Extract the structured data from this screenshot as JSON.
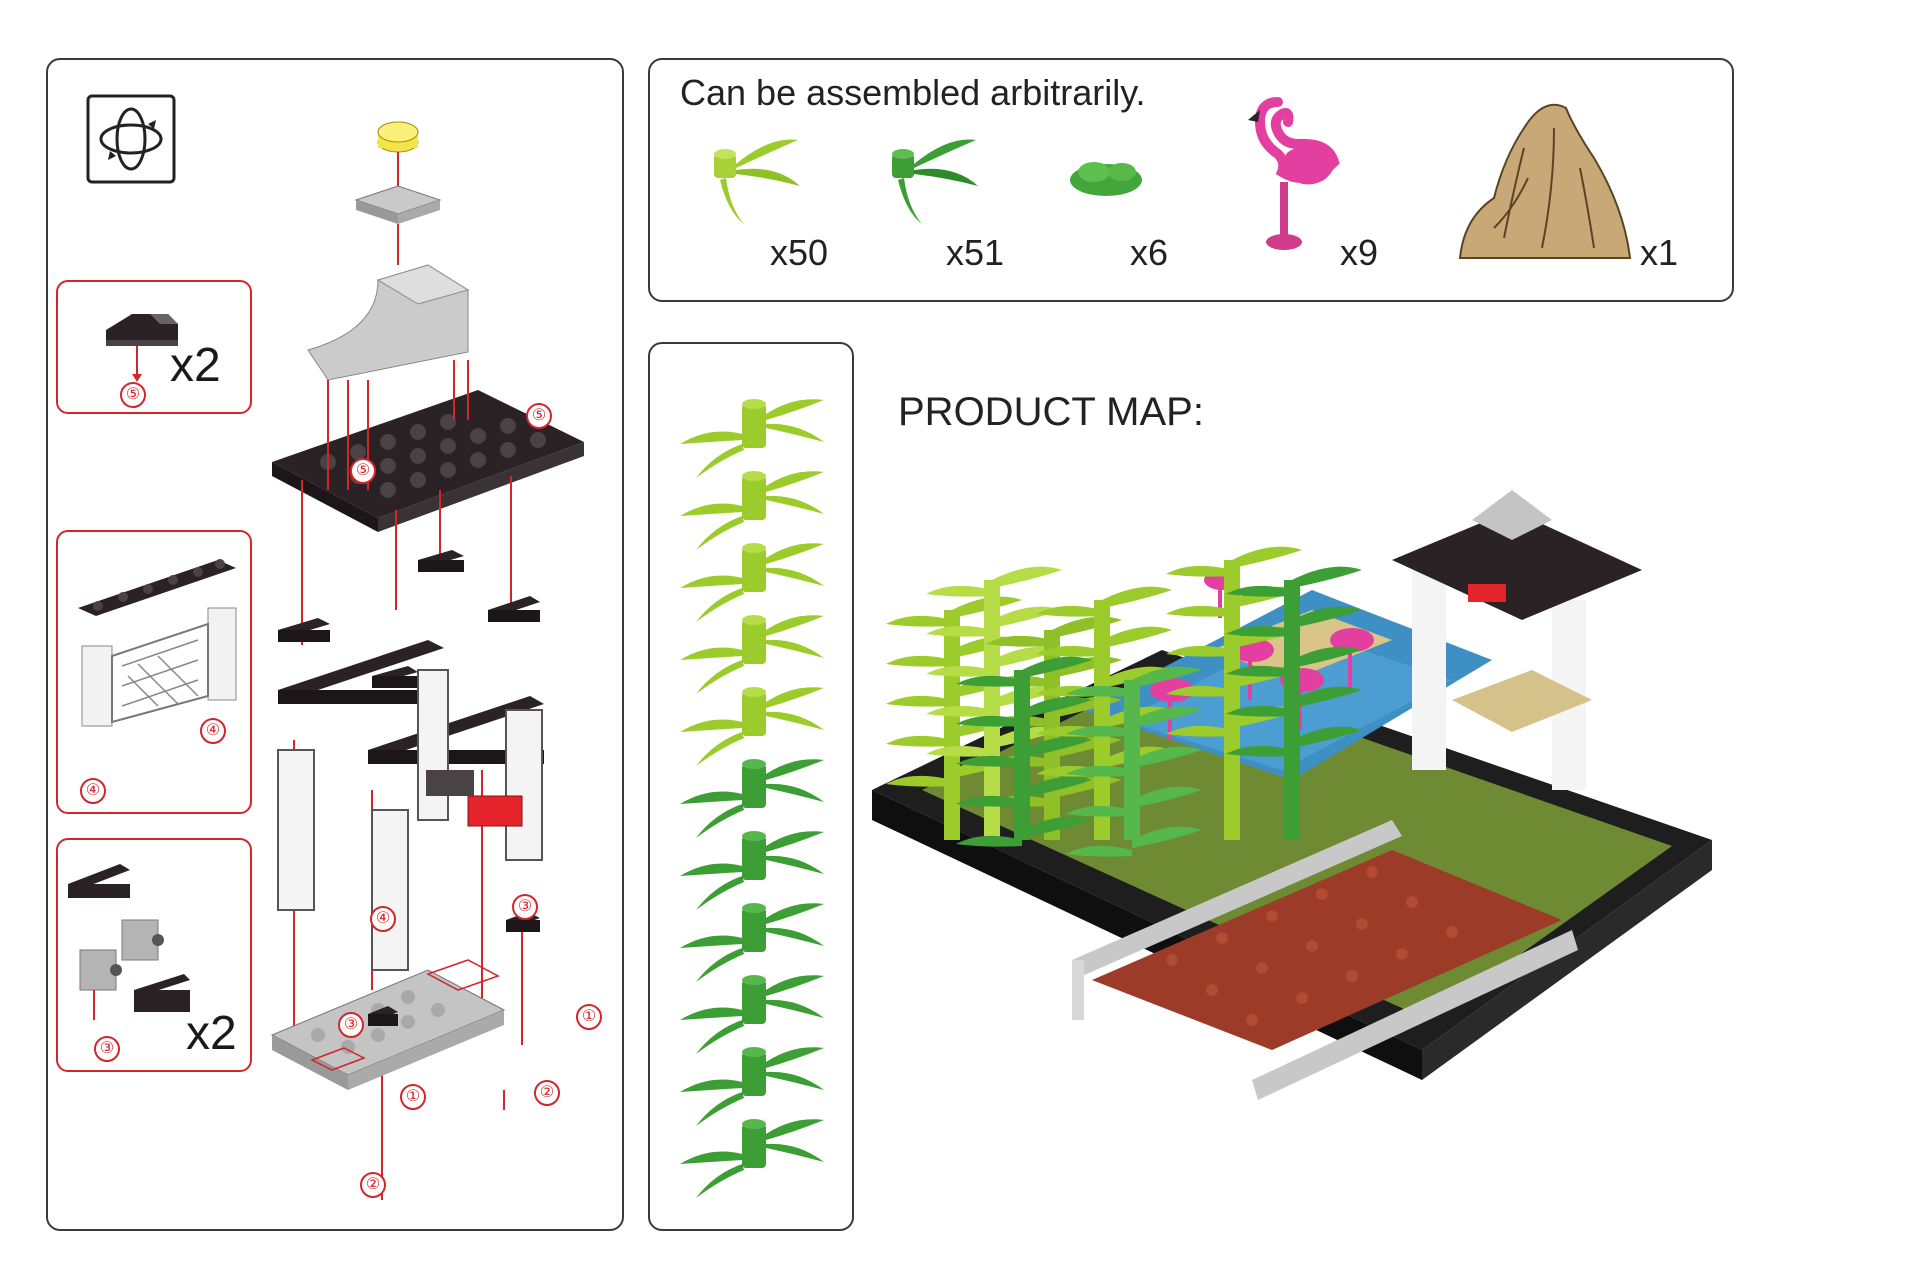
{
  "parts_list": {
    "title": "Can be assembled arbitrarily.",
    "items": [
      {
        "icon": "bamboo-leaf-light-icon",
        "quantity": "x50",
        "color": "#9ccc2c"
      },
      {
        "icon": "bamboo-leaf-dark-icon",
        "quantity": "x51",
        "color": "#3c9e34"
      },
      {
        "icon": "plant-leaf-icon",
        "quantity": "x6",
        "color": "#44a63a"
      },
      {
        "icon": "flamingo-icon",
        "quantity": "x9",
        "color": "#e33fa0"
      },
      {
        "icon": "rock-icon",
        "quantity": "x1",
        "color": "#c9a877"
      }
    ]
  },
  "product_map": {
    "title": "PRODUCT MAP:"
  },
  "subassemblies": [
    {
      "quantity": "x2",
      "callout": "⑤"
    },
    {
      "callouts": [
        "④",
        "④"
      ]
    },
    {
      "quantity": "x2",
      "callout": "③"
    }
  ],
  "step_callouts": [
    "⑤",
    "⑤",
    "④",
    "③",
    "③",
    "①",
    "①",
    "②",
    "②"
  ],
  "colors": {
    "accent_red": "#d2262b",
    "dark_brick": "#2a2224",
    "grey_brick": "#bdbdbd",
    "frame": "#3a3a3a"
  }
}
